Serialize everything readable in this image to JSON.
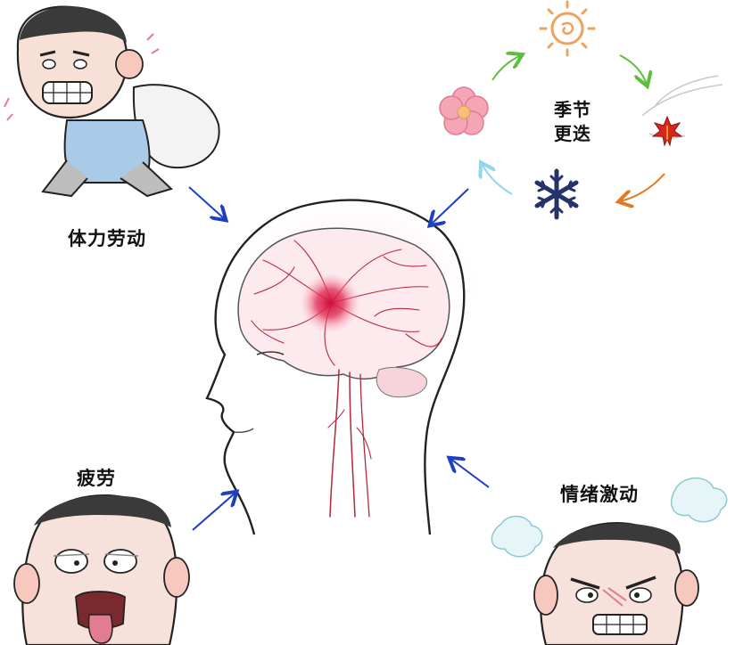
{
  "labels": {
    "physical_labor": "体力劳动",
    "fatigue": "疲劳",
    "emotional_agitation": "情绪激动",
    "season_line1": "季节",
    "season_line2": "更迭"
  },
  "colors": {
    "arrow_blue": "#1f3fbf",
    "cycle_green": "#5cbf3a",
    "cycle_orange": "#e07a26",
    "cycle_lightblue": "#8fd6ee",
    "vessel_red": "#b8283a",
    "hemorrhage": "#d0103a",
    "sun": "#f2a05a",
    "flower": "#f08ca0",
    "leaf": "#d7261e",
    "snowflake": "#26336b"
  },
  "icons": [
    "sun-icon",
    "flower-icon",
    "maple-leaf-icon",
    "snowflake-icon",
    "wind-icon",
    "steam-icon"
  ]
}
